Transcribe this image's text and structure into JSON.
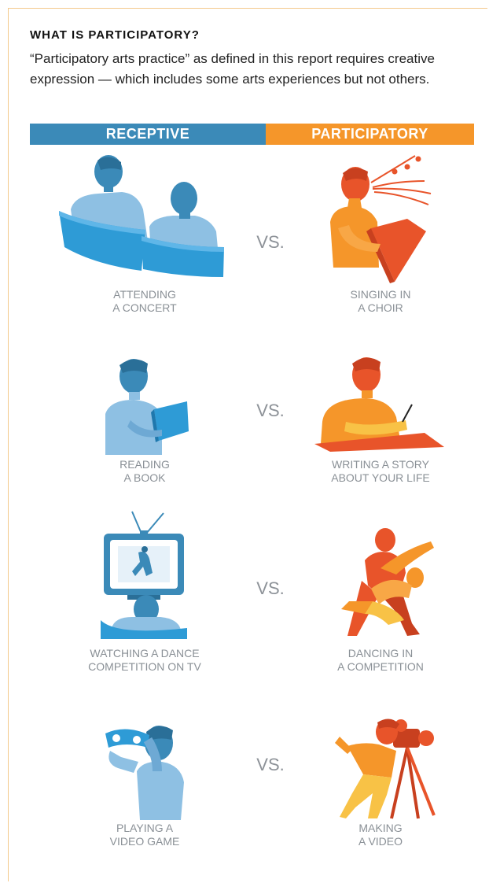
{
  "header": {
    "title": "WHAT IS PARTICIPATORY?",
    "intro": "“Participatory arts practice” as defined in this report requires creative expression — which includes some arts experiences but not others."
  },
  "columns": {
    "left_label": "RECEPTIVE",
    "right_label": "PARTICIPATORY"
  },
  "separator": "VS.",
  "rows": [
    {
      "receptive": [
        "ATTENDING",
        "A CONCERT"
      ],
      "participatory": [
        "SINGING IN",
        "A CHOIR"
      ]
    },
    {
      "receptive": [
        "READING",
        "A BOOK"
      ],
      "participatory": [
        "WRITING A STORY",
        "ABOUT YOUR LIFE"
      ]
    },
    {
      "receptive": [
        "WATCHING A DANCE",
        "COMPETITION ON TV"
      ],
      "participatory": [
        "DANCING IN",
        "A COMPETITION"
      ]
    },
    {
      "receptive": [
        "PLAYING A",
        "VIDEO GAME"
      ],
      "participatory": [
        "MAKING",
        "A VIDEO"
      ]
    }
  ],
  "colors": {
    "receptive_blue": "#3b8ab8",
    "receptive_light": "#8ec0e3",
    "participatory_orange": "#f5962a",
    "participatory_red": "#e8542a",
    "participatory_yellow": "#f8c246",
    "caption_gray": "#8a9096"
  },
  "icons": {
    "row1_left": "concert-audience-icon",
    "row1_right": "choir-singer-icon",
    "row2_left": "book-reader-icon",
    "row2_right": "story-writer-icon",
    "row3_left": "tv-viewer-icon",
    "row3_right": "dancing-couple-icon",
    "row4_left": "video-gamer-icon",
    "row4_right": "camera-operator-icon"
  }
}
